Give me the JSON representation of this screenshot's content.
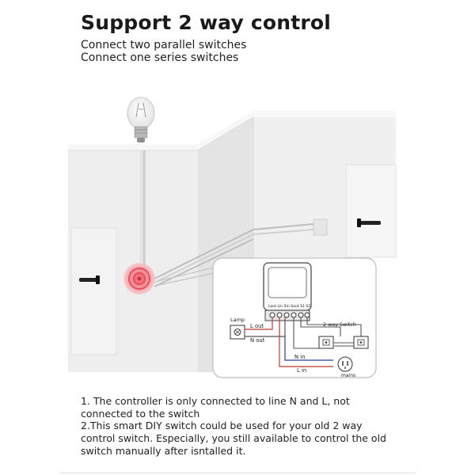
{
  "header": {
    "title": "Support 2 way control",
    "line1": "Connect two parallel switches",
    "line2": "Connect one series switches"
  },
  "diagram": {
    "terminals": "Lout Lin Sin Sout S1  S2",
    "lamp": "Lamp",
    "l_out": "L out",
    "n_out": "N out",
    "two_way": "2-way Switch",
    "n_in": "N in",
    "l_in": "L in",
    "mains": "mains"
  },
  "notes": {
    "note1": "1. The controller is only connected to line N and L, not connected to the switch",
    "note2": "2.This smart DIY switch could be used for your old 2 way control switch. Especially, you still available to control the old switch manually after isntalled it."
  },
  "colors": {
    "wall": "#eeeeee",
    "l_wire": "#c0392b",
    "n_wire": "#2c3e9e",
    "switch_wire": "#555555"
  }
}
